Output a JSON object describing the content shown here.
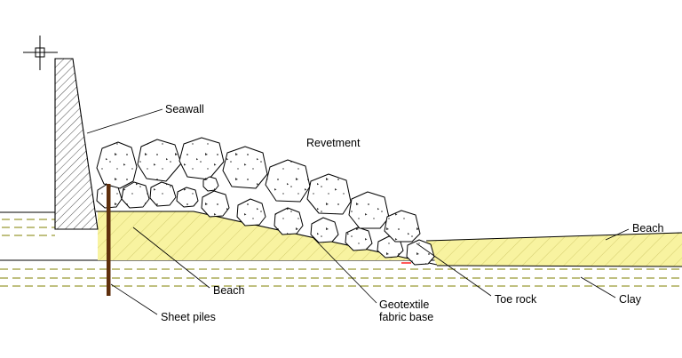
{
  "diagram": {
    "labels": {
      "seawall": "Seawall",
      "revetment": "Revetment",
      "beach_left": "Beach",
      "beach_right": "Beach",
      "sheet_piles": "Sheet piles",
      "geotextile_line1": "Geotextile",
      "geotextile_line2": "fabric base",
      "toe_rock": "Toe rock",
      "clay": "Clay"
    },
    "colors": {
      "background": "#FFFFFF",
      "line": "#000000",
      "beach_fill": "#F8F3A0",
      "beach_hatch": "#BDB44E",
      "strata_dash": "#808000",
      "sheet_pile": "#5E2F0D",
      "rock_speckle": "#333333",
      "toe_tick": "#FF0000"
    }
  }
}
